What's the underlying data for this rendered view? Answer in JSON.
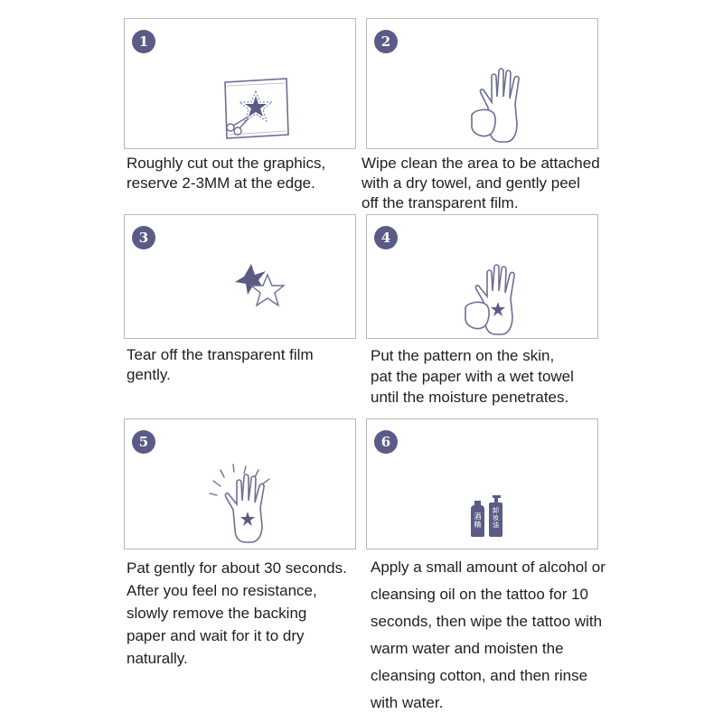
{
  "steps": [
    {
      "number": "1",
      "lines": [
        "Roughly cut out the graphics,",
        "reserve 2-3MM at the edge."
      ],
      "icon": "scissors-star-icon"
    },
    {
      "number": "2",
      "lines": [
        "Wipe clean the area to be attached",
        "with a dry towel, and gently peel",
        "off the transparent film."
      ],
      "icon": "hand-towel-icon"
    },
    {
      "number": "3",
      "lines": [
        "Tear off the transparent film",
        "gently."
      ],
      "icon": "stars-icon"
    },
    {
      "number": "4",
      "lines": [
        "Put the pattern on the skin,",
        "pat the paper with a wet towel",
        "until the moisture penetrates."
      ],
      "icon": "hand-wet-towel-icon"
    },
    {
      "number": "5",
      "lines": [
        "Pat gently for about 30 seconds.",
        "After you feel no resistance,",
        "slowly remove the backing",
        "paper and wait for it to dry",
        "naturally."
      ],
      "icon": "hand-star-icon"
    },
    {
      "number": "6",
      "lines": [
        "Apply a small amount of alcohol or",
        "cleansing oil on the tattoo for 10",
        "seconds, then wipe the tattoo with",
        "warm water and moisten the",
        "cleansing cotton, and then rinse",
        "with water."
      ],
      "icon": "bottles-icon"
    }
  ],
  "bottles": {
    "alcohol_label": [
      "酒",
      "精"
    ],
    "oil_label": [
      "卸",
      "妆",
      "油"
    ]
  },
  "colors": {
    "accent": "#5a5b86",
    "line": "#6d6e96",
    "border": "#b9b9b9"
  }
}
